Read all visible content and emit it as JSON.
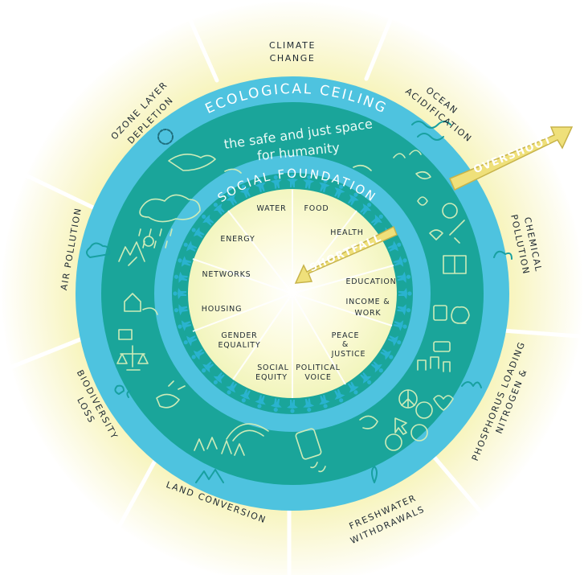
{
  "ecological_ceiling": "ECOLOGICAL CEILING",
  "social_foundation": "SOCIAL FOUNDATION",
  "safe_space_line1": "the safe and just space",
  "safe_space_line2": "for humanity",
  "overshoot": "OVERSHOOT",
  "shortfall": "SHORTFALL",
  "outer_labels": {
    "climate_line1": "CLIMATE",
    "climate_line2": "CHANGE",
    "ocean_line1": "OCEAN",
    "ocean_line2": "ACIDIFICATION",
    "chemical_line1": "CHEMICAL",
    "chemical_line2": "POLLUTION",
    "nitrogen_line1": "NITROGEN &",
    "nitrogen_line2": "PHOSPHORUS LOADING",
    "freshwater_line1": "FRESHWATER",
    "freshwater_line2": "WITHDRAWALS",
    "land": "LAND CONVERSION",
    "biodiversity_line1": "BIODIVERSITY",
    "biodiversity_line2": "LOSS",
    "air": "AIR POLLUTION",
    "ozone_line1": "OZONE LAYER",
    "ozone_line2": "DEPLETION"
  },
  "inner_labels": {
    "water": "WATER",
    "food": "FOOD",
    "health": "HEALTH",
    "education": "EDUCATION",
    "income_line1": "INCOME &",
    "income_line2": "WORK",
    "peace_line1": "PEACE",
    "peace_line2": "&",
    "peace_line3": "JUSTICE",
    "political_line1": "POLITICAL",
    "political_line2": "VOICE",
    "social_equity_line1": "SOCIAL",
    "social_equity_line2": "EQUITY",
    "gender_line1": "GENDER",
    "gender_line2": "EQUALITY",
    "housing": "HOUSING",
    "networks": "NETWORKS",
    "energy": "ENERGY"
  },
  "colors": {
    "outer_blue": "#4ec3df",
    "teal": "#1aa59a",
    "glow_yellow": "#f9f6c4",
    "arrow_yellow": "#efe07a"
  }
}
